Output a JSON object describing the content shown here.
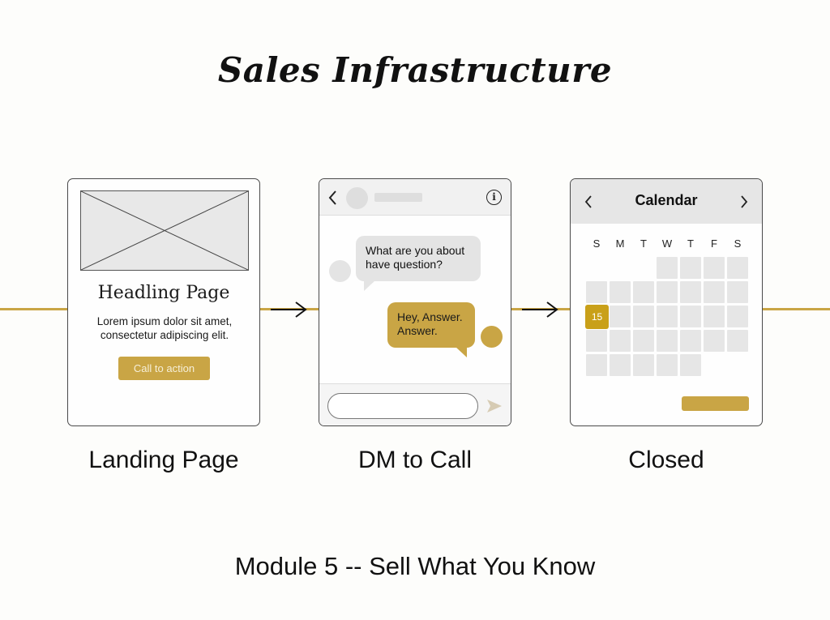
{
  "title": "Sales Infrastructure",
  "colors": {
    "accent": "#c9a545",
    "highlight": "#c9a019",
    "bubble_gray": "#e4e4e4",
    "cell_gray": "#e6e6e6"
  },
  "steps": [
    {
      "label": "Landing Page",
      "screen": {
        "type": "landing-page",
        "image_icon": "image-placeholder-icon",
        "heading": "Headling Page",
        "body": "Lorem ipsum dolor sit amet, consectetur adipiscing elit.",
        "cta": "Call to action"
      }
    },
    {
      "label": "DM to Call",
      "screen": {
        "type": "chat",
        "back_icon": "chevron-left-icon",
        "info_icon": "info-icon",
        "info_glyph": "i",
        "messages": [
          {
            "from": "them",
            "text": "What are you about have question?"
          },
          {
            "from": "me",
            "text": "Hey, Answer. Answer."
          }
        ],
        "send_icon": "send-icon"
      }
    },
    {
      "label": "Closed",
      "screen": {
        "type": "calendar",
        "title": "Calendar",
        "prev_icon": "chevron-left-icon",
        "next_icon": "chevron-right-icon",
        "weekdays": [
          "S",
          "M",
          "T",
          "W",
          "T",
          "F",
          "S"
        ],
        "first_weekday_index": 3,
        "day_count": 30,
        "selected_day": "15",
        "selected_day_index": 11
      }
    }
  ],
  "footer": "Module 5 -- Sell What You Know"
}
